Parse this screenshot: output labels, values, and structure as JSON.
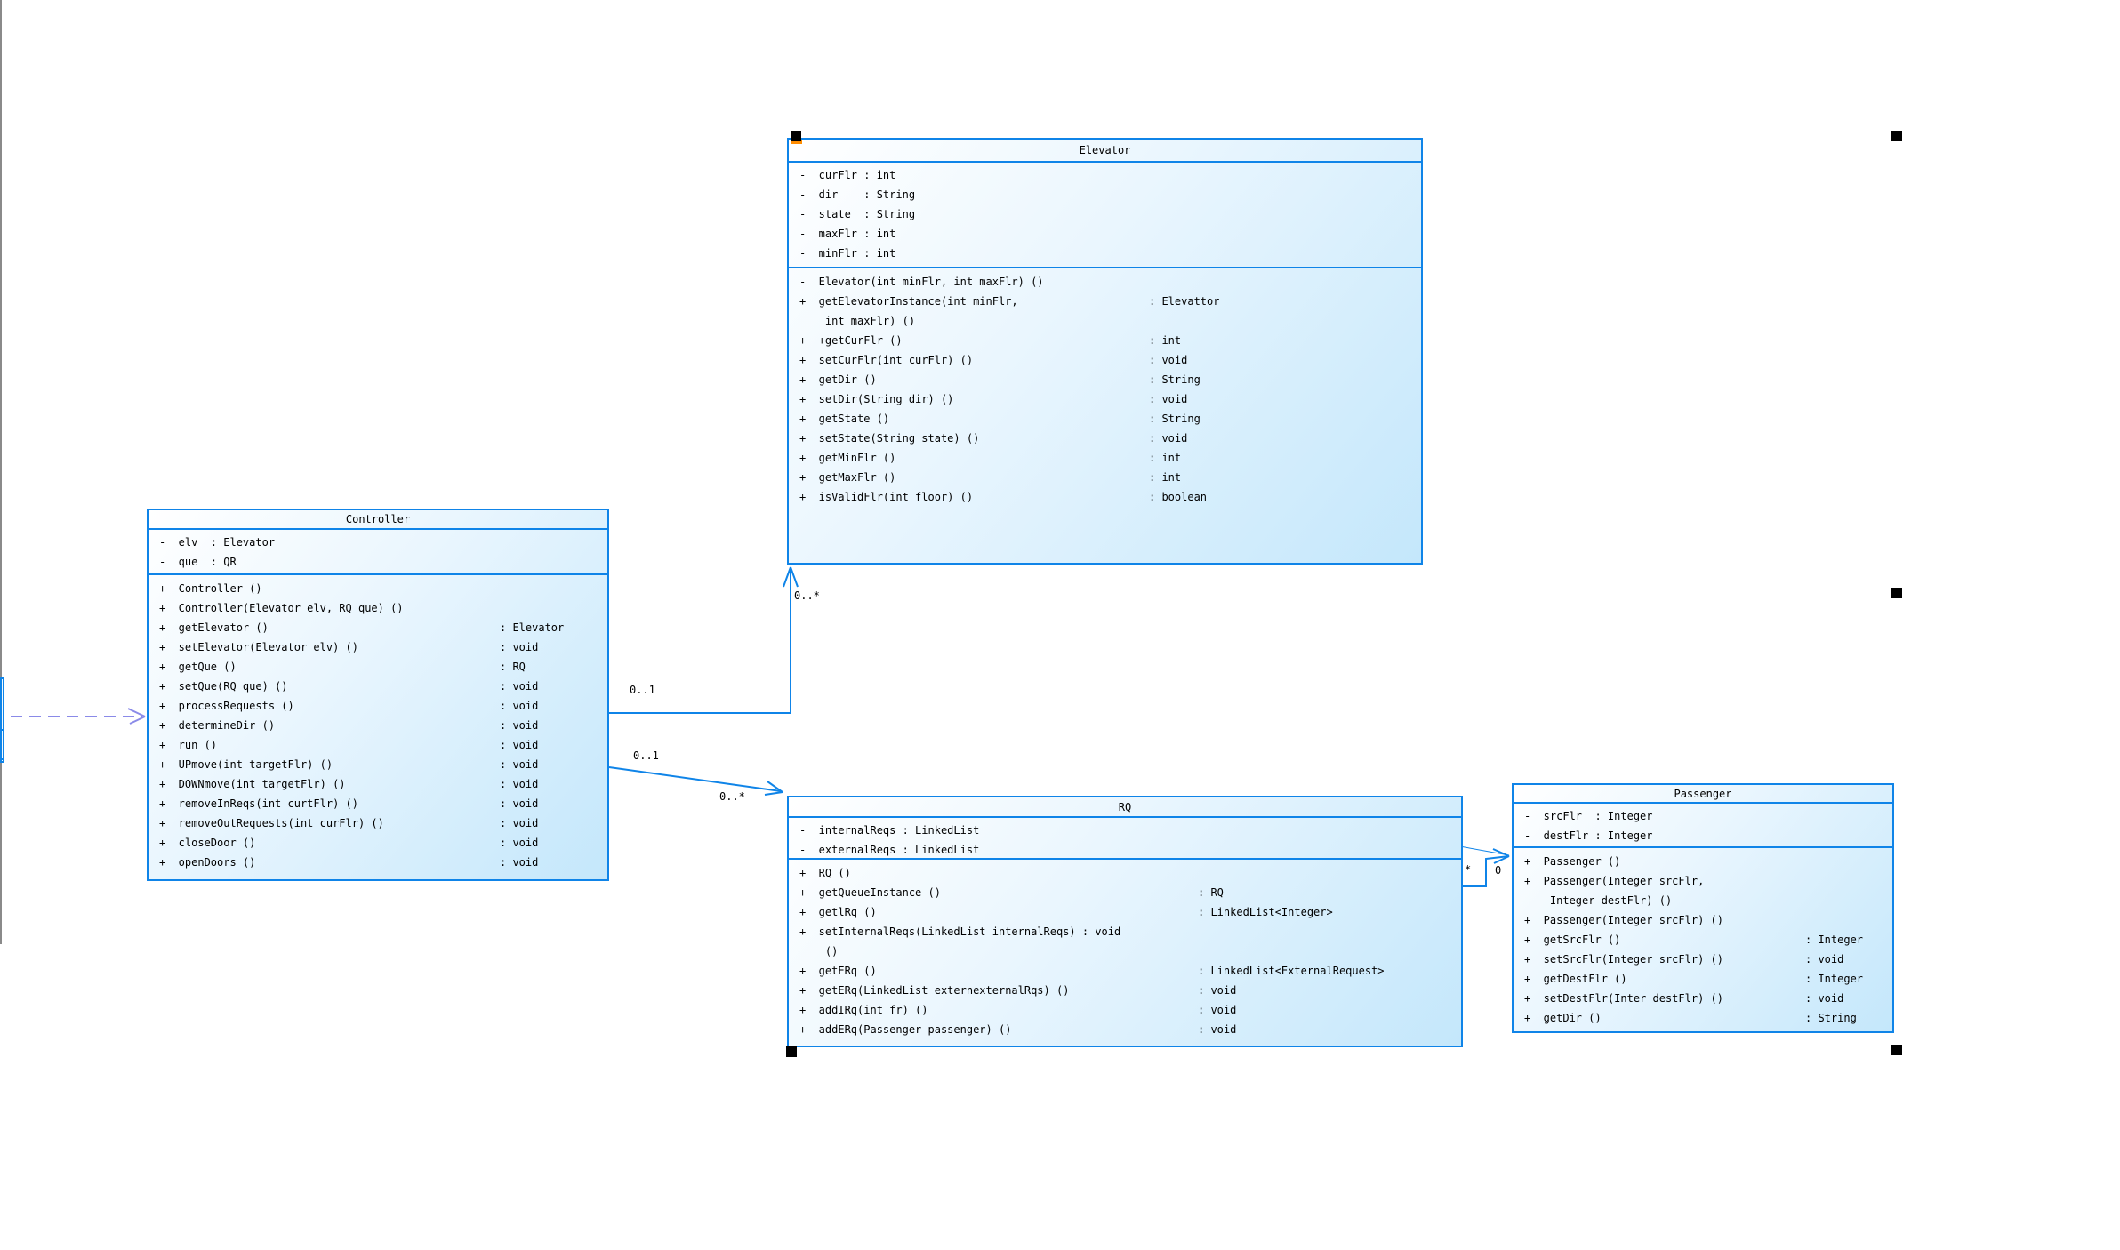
{
  "diagram_type": "uml-class-diagram",
  "colors": {
    "accent": "#0f84e8",
    "dependency_arrow": "#8a8ae8",
    "selection_handle": "#000000",
    "selection_accent": "#ff8c00",
    "box_fill_light": "#ffffff",
    "box_fill_shade": "#c4e7fb",
    "text": "#000000"
  },
  "classes": [
    {
      "name": "Elevator",
      "attributes": [
        "-  curFlr : int",
        "-  dir    : String",
        "-  state  : String",
        "-  maxFlr : int",
        "-  minFlr : int"
      ],
      "methods": [
        {
          "sig": "-  Elevator(int minFlr, int maxFlr) ()",
          "ret": ""
        },
        {
          "sig": "+  getElevatorInstance(int minFlr,",
          "ret": ": Elevattor"
        },
        {
          "sig": "    int maxFlr) ()",
          "ret": ""
        },
        {
          "sig": "+  +getCurFlr ()",
          "ret": ": int"
        },
        {
          "sig": "+  setCurFlr(int curFlr) ()",
          "ret": ": void"
        },
        {
          "sig": "+  getDir ()",
          "ret": ": String"
        },
        {
          "sig": "+  setDir(String dir) ()",
          "ret": ": void"
        },
        {
          "sig": "+  getState ()",
          "ret": ": String"
        },
        {
          "sig": "+  setState(String state) ()",
          "ret": ": void"
        },
        {
          "sig": "+  getMinFlr ()",
          "ret": ": int"
        },
        {
          "sig": "+  getMaxFlr ()",
          "ret": ": int"
        },
        {
          "sig": "+  isValidFlr(int floor) ()",
          "ret": ": boolean"
        }
      ]
    },
    {
      "name": "Controller",
      "attributes": [
        "-  elv  : Elevator",
        "-  que  : QR"
      ],
      "methods": [
        {
          "sig": "+  Controller ()",
          "ret": ""
        },
        {
          "sig": "+  Controller(Elevator elv, RQ que) ()",
          "ret": ""
        },
        {
          "sig": "+  getElevator ()",
          "ret": ": Elevator"
        },
        {
          "sig": "+  setElevator(Elevator elv) ()",
          "ret": ": void"
        },
        {
          "sig": "+  getQue ()",
          "ret": ": RQ"
        },
        {
          "sig": "+  setQue(RQ que) ()",
          "ret": ": void"
        },
        {
          "sig": "+  processRequests ()",
          "ret": ": void"
        },
        {
          "sig": "+  determineDir ()",
          "ret": ": void"
        },
        {
          "sig": "+  run ()",
          "ret": ": void"
        },
        {
          "sig": "+  UPmove(int targetFlr) ()",
          "ret": ": void"
        },
        {
          "sig": "+  DOWNmove(int targetFlr) ()",
          "ret": ": void"
        },
        {
          "sig": "+  removeInReqs(int curtFlr) ()",
          "ret": ": void"
        },
        {
          "sig": "+  removeOutRequests(int curFlr) ()",
          "ret": ": void"
        },
        {
          "sig": "+  closeDoor ()",
          "ret": ": void"
        },
        {
          "sig": "+  openDoors ()",
          "ret": ": void"
        }
      ]
    },
    {
      "name": "RQ",
      "attributes": [
        "-  internalReqs : LinkedList",
        "-  externalReqs : LinkedList"
      ],
      "methods": [
        {
          "sig": "+  RQ ()",
          "ret": ""
        },
        {
          "sig": "+  getQueueInstance ()",
          "ret": ": RQ"
        },
        {
          "sig": "+  getlRq ()",
          "ret": ": LinkedList<Integer>"
        },
        {
          "sig": "+  setInternalReqs(LinkedList internalReqs) : void",
          "ret": ""
        },
        {
          "sig": "    ()",
          "ret": ""
        },
        {
          "sig": "+  getERq ()",
          "ret": ": LinkedList<ExternalRequest>"
        },
        {
          "sig": "+  getERq(LinkedList externexternalRqs) ()",
          "ret": ": void"
        },
        {
          "sig": "+  addIRq(int fr) ()",
          "ret": ": void"
        },
        {
          "sig": "+  addERq(Passenger passenger) ()",
          "ret": ": void"
        }
      ]
    },
    {
      "name": "Passenger",
      "attributes": [
        "-  srcFlr  : Integer",
        "-  destFlr : Integer"
      ],
      "methods": [
        {
          "sig": "+  Passenger ()",
          "ret": ""
        },
        {
          "sig": "+  Passenger(Integer srcFlr,",
          "ret": ""
        },
        {
          "sig": "    Integer destFlr) ()",
          "ret": ""
        },
        {
          "sig": "+  Passenger(Integer srcFlr) ()",
          "ret": ""
        },
        {
          "sig": "+  getSrcFlr ()",
          "ret": ": Integer"
        },
        {
          "sig": "+  setSrcFlr(Integer srcFlr) ()",
          "ret": ": void"
        },
        {
          "sig": "+  getDestFlr ()",
          "ret": ": Integer"
        },
        {
          "sig": "+  setDestFlr(Inter destFlr) ()",
          "ret": ": void"
        },
        {
          "sig": "+  getDir ()",
          "ret": ": String"
        }
      ]
    }
  ],
  "relations": [
    {
      "from": "Controller",
      "to": "Elevator",
      "type": "association",
      "arrow": "open",
      "near_label": "0..1",
      "far_label": "0..*"
    },
    {
      "from": "Controller",
      "to": "RQ",
      "type": "association",
      "arrow": "open",
      "near_label": "0..1",
      "far_label": "0..*"
    },
    {
      "from": "RQ",
      "to": "Passenger",
      "type": "association",
      "arrow": "open",
      "near_label": "*",
      "far_label": "0"
    },
    {
      "from": "offscreen-class",
      "to": "Controller",
      "type": "dependency",
      "arrow": "open",
      "near_label": "",
      "far_label": ""
    }
  ]
}
